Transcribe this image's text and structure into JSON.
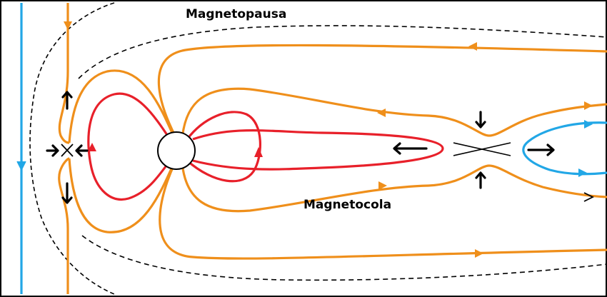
{
  "labels": {
    "magnetopause": "Magnetopausa",
    "magnetotail": "Magnetocola"
  },
  "colors": {
    "closed_field": "#ef8f1b",
    "interplanetary_field": "#22a7e6",
    "inner_loops": "#e8202a",
    "boundary": "#000000",
    "background": "#ffffff"
  },
  "icons": {
    "earth": "white-circle",
    "reconnection_point": "x-cross",
    "plasma_flow": "black-arrow"
  }
}
